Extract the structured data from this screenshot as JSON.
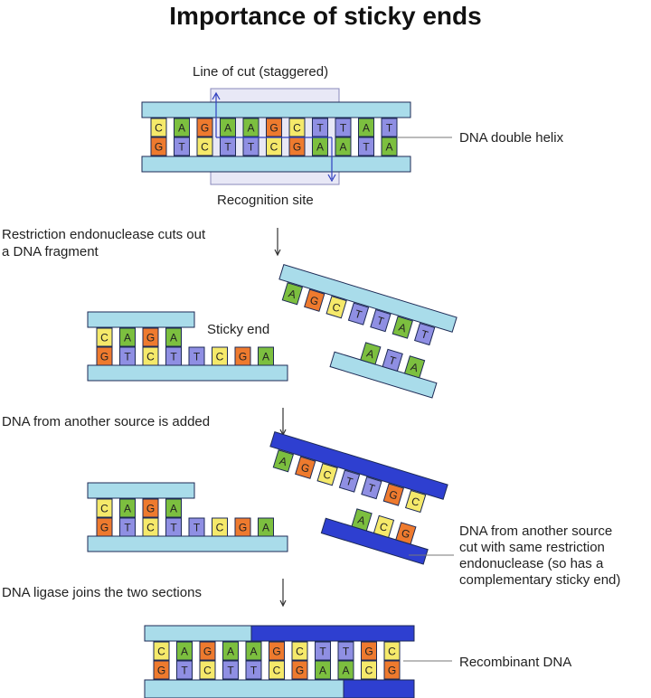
{
  "title": "Importance of sticky ends",
  "labels": {
    "line_of_cut": "Line of cut (staggered)",
    "recognition_site": "Recognition site",
    "dna_double_helix": "DNA double helix",
    "restriction_step": [
      "Restriction endonuclease cuts out",
      "a DNA fragment"
    ],
    "sticky_end": "Sticky end",
    "another_source": "DNA from another source is added",
    "same_enzyme_note": [
      "DNA from another source",
      "cut with same restriction",
      "endonuclease (so has a",
      "complementary sticky end)"
    ],
    "ligase_step": "DNA ligase joins the two sections",
    "recombinant": "Recombinant DNA"
  },
  "colors": {
    "backbone_light": "#a9dcea",
    "backbone_dark": "#2e3fd0",
    "A": "#7cbf3f",
    "C": "#f5e96a",
    "G": "#ee7a2e",
    "T": "#8f8fe3",
    "recognition_box": "#e8e8f6",
    "arrow": "#3040c0"
  },
  "sequences": {
    "original_top": [
      "C",
      "A",
      "G",
      "A",
      "A",
      "G",
      "C",
      "T",
      "T",
      "A",
      "T"
    ],
    "original_bottom": [
      "G",
      "T",
      "C",
      "T",
      "T",
      "C",
      "G",
      "A",
      "A",
      "T",
      "A"
    ],
    "left_fragment_top": [
      "C",
      "A",
      "G",
      "A"
    ],
    "left_fragment_bottom": [
      "G",
      "T",
      "C",
      "T",
      "T",
      "C",
      "G",
      "A"
    ],
    "right_fragment_top": [
      "A",
      "G",
      "C",
      "T",
      "T",
      "A",
      "T"
    ],
    "right_fragment_bottom": [
      "A",
      "T",
      "A"
    ],
    "foreign_fragment_top": [
      "A",
      "G",
      "C",
      "T",
      "T",
      "G",
      "C"
    ],
    "foreign_fragment_bottom": [
      "A",
      "C",
      "G"
    ],
    "recombinant_top": [
      "C",
      "A",
      "G",
      "A",
      "A",
      "G",
      "C",
      "T",
      "T",
      "G",
      "C"
    ],
    "recombinant_bottom": [
      "G",
      "T",
      "C",
      "T",
      "T",
      "C",
      "G",
      "A",
      "A",
      "C",
      "G"
    ]
  }
}
